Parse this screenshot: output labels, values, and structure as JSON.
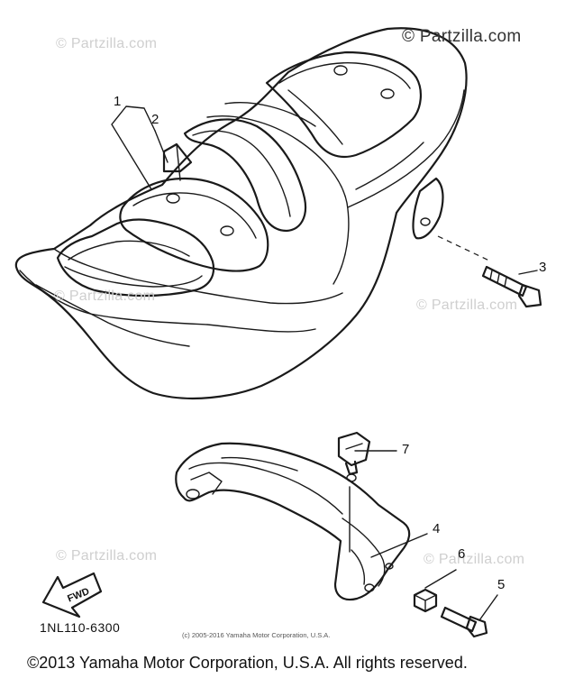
{
  "watermarks": {
    "top_left": "© Partzilla.com",
    "top_right": "© Partzilla.com",
    "mid_left": "© Partzilla.com",
    "mid_right": "© Partzilla.com",
    "bottom_left": "© Partzilla.com",
    "bottom_right": "© Partzilla.com"
  },
  "callouts": [
    "1",
    "2",
    "3",
    "4",
    "5",
    "6",
    "7"
  ],
  "arrow_label": "FWD",
  "part_code": "1NL110-6300",
  "copyright_small": "(c) 2005-2016 Yamaha Motor Corporation, U.S.A.",
  "copyright_main": "©2013 Yamaha Motor Corporation, U.S.A. All rights reserved."
}
